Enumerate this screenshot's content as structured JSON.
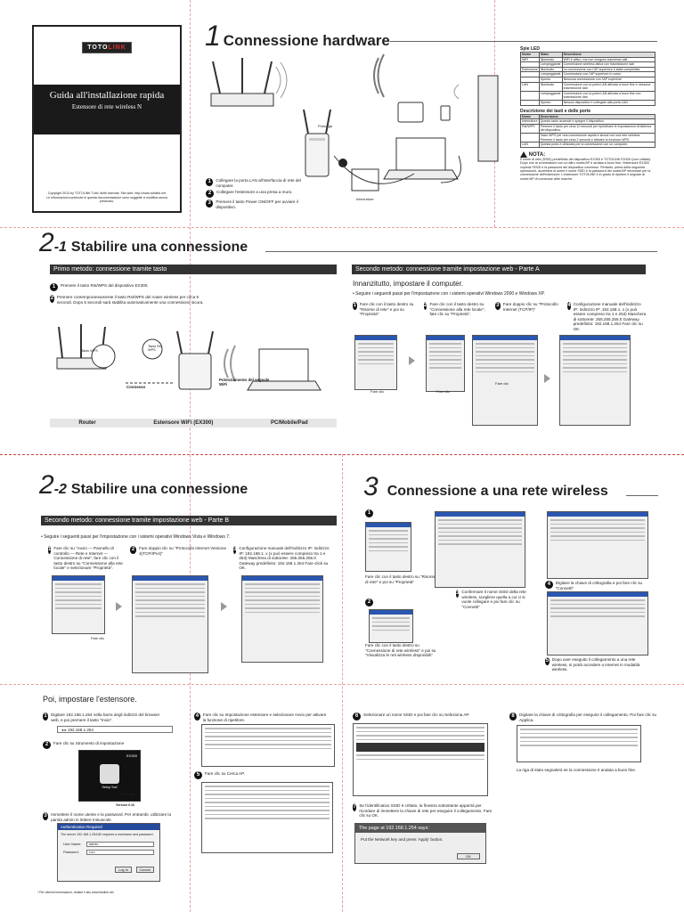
{
  "brand": {
    "logo_a": "TOTO",
    "logo_b": "LINK"
  },
  "cover": {
    "title": "Guida all'installazione rapida",
    "subtitle": "Estensore di rete wireless N",
    "copyright": "Copyright 2013 by TOTOLINK Tutti i diritti riservati. Sito web: http://www.totolink.net",
    "notice": "Le informazioni contenute in questa documentazione sono soggette a modifica senza preavviso."
  },
  "s1": {
    "num": "1",
    "title": "Connessione hardware",
    "steps": [
      "Collegare la porta LAN all'interfaccia di rete del computer.",
      "Collegare l'estensore a una presa a muro.",
      "Premere il tasto Power ON/OFF per avviare il dispositivo."
    ],
    "lbl_prolunga": "Prolunga",
    "lbl_interruttore": "Interruttore",
    "led_title": "Spie LED",
    "led_headers": [
      "Nome",
      "Stato",
      "Descrizione"
    ],
    "led_rows": [
      [
        "WiFi",
        "Illuminato",
        "WiFi è attivo, ma non vengono trasmessi dati"
      ],
      [
        "",
        "Lampeggiante",
        "Connessione wireless attiva con trasmissione dati"
      ],
      [
        "Estensione",
        "Illuminato",
        "La connessione con l'AP superiore è stata completata"
      ],
      [
        "",
        "Lampeggiante",
        "Connessione con l'AP superiore in corso"
      ],
      [
        "",
        "Spento",
        "Nessuna connessione con l'AP superiore"
      ],
      [
        "LAN",
        "Illuminato",
        "Connessione con la porta LAN attivata a buon fine e nessuna trasmissione dati"
      ],
      [
        "",
        "Lampeggiante",
        "Connessione con la porta LAN attivata a buon fine con trasmissione dati"
      ],
      [
        "",
        "Spento",
        "Nessun dispositivo è collegato alla porta LAN"
      ]
    ],
    "btn_title": "Descrizione dei tasti e delle porte",
    "btn_headers": [
      "Nome",
      "Descrizione"
    ],
    "btn_rows": [
      [
        "Interruttore",
        "Questo tasto accende e spegne il dispositivo."
      ],
      [
        "Rst/WPS",
        "Premere il tasto per circa 10 secondi per ripristinare le impostazioni di fabbrica del dispositivo."
      ],
      [
        "",
        "Tasto WPS per una connessione rapida e sicura con una rete wireless. Premere il tasto per circa 2 secondi e attivare la funzione WPS."
      ],
      [
        "LAN",
        "Questa porta è utilizzata per la connessione con un computer."
      ]
    ],
    "note_title": "NOTA:",
    "note_text": "Il nome di rete (SSID) predefinito del dispositivo EX300 è TOTOLINK EX300 (non crittato). Dopo che la connessione con un altro router/AP è andata a buon fine, l'estensore EX300 copierà l'SSID e la password del dispositivo connesso. Pertanto, prima della seguente operazione, accertarsi di avere il nome SSID e la password del router/AP necessari per la connessione dell'estensore. L'estensore TOTOLINK è in grado di ripetere il segnale di router/AP di numerose altre marche."
  },
  "s21": {
    "num": "2",
    "num_suffix": "-1",
    "title": "Stabilire una connessione",
    "m1_bar": "Primo metodo: connessione tramite tasto",
    "m1_steps": [
      "Premere il tasto Rst/WPS del dispositivo EX300.",
      "Premere contemporaneamente il tasto Rst/WPS del router wireless per circa 5 secondi. Dopo 5 secondi sarà stabilita automaticamente una connessione sicura."
    ],
    "lbl_tasto_wps": "Tasto WPS",
    "lbl_tasto_rst": "Tasto Rst WPS",
    "lbl_connesso": "Connesso",
    "lbl_potenziamento": "Potenziamento del segnale WiFi",
    "cap_router": "Router",
    "cap_ext": "Estensore WiFi (EX300)",
    "cap_pc": "PC/Mobile/Pad",
    "m2_bar": "Secondo metodo: connessione tramite impostazione web - Parte A",
    "m2_heading": "Innanzitutto, impostare il computer.",
    "m2_bullet": "Seguire i seguenti passi per l'impostazione con i sistemi operativi Windows 2000 e Windows XP.",
    "m2_steps": [
      "Fare clic con il tasto destro su \"Risorse di rete\" e poi su \"Proprietà\"",
      "Fare clic con il tasto destro su \"Connessione alla rete locale\", fate clic su \"Proprietà\".",
      "Fare doppio clic su \"Protocollo Internet (TCP/IP)\"",
      "Configurazione manuale dell'indirizzo IP: Indirizzo IP: 192.168.1. x (x può essere compreso tra 1 e 253) Maschera di sottorete: 255.255.255.0 Gateway predefinito: 192.168.1.254 Fare clic su OK."
    ],
    "fare_clic": "Fare clic"
  },
  "s22": {
    "num": "2",
    "num_suffix": "-2",
    "title": "Stabilire una connessione",
    "bar": "Secondo metodo: connessione tramite impostazione web - Parte B",
    "bullet": "Seguire i seguenti passi per l'impostazione con i sistemi operativi Windows Vista e Windows 7.",
    "steps": [
      "Fare clic su \"Avvio — Pannello di controllo — Rete e Internet — Connessione di rete\", fare clic con il tasto destro su \"Connessione alla rete locale\" e selezionare \"Proprietà\".",
      "Fare doppio clic su \"Protocollo Internet Versione 4(TCP/IPv4)\"",
      "Configurazione manuale dell'indirizzo IP: Indirizzo IP: 192.168.1. x (x può essere compreso tra 1 e 253) Maschera di sottorete: 255.255.255.0 Gateway predefinito: 192.168.1.254 Fare click su OK."
    ],
    "fare_clic": "Fare clic"
  },
  "s3": {
    "num": "3",
    "title": "Connessione a una rete wireless",
    "step1": "Fare clic con il tasto destro su \"Risorse di rete\" e poi su \"Proprietà\"",
    "step2": "Fare clic con il tasto destro su \"Connessione di rete wireless\" e poi su \"Visualizza le reti wireless disponibili\"",
    "step3": "Confermare il nome SSID della rete wireless, scegliere quella a cui ci si vuole collegare e poi fare clic su \"Connetti\"",
    "step4": "Digitare la chiave di crittografia e poi fare clic su \"Connetti\"",
    "step5": "Dopo aver eseguito il collegamento a una rete wireless, si potrà accedere a Internet in modalità wireless.",
    "fare_clic": "Fare clic"
  },
  "ext": {
    "heading": "Poi, impostare l'estensore.",
    "step1": "Digitare 192.168.1.254 nella barra degli indirizzi del browser web, e poi premere il tasto \"Invio\".",
    "url": "192.168.1.254",
    "step2": "Fare clic su Strumento di impostazione",
    "ex_label": "EX300",
    "setup_tool": "Setup Tool",
    "version": "Version 0.16",
    "step3": "Immettere il nome utente e la password. Per entrambi, utilizzare la parola admin in lettere minuscole.",
    "auth_title": "Authentication Required",
    "auth_msg": "The server 192.168.1.254:80 requires a username and password.",
    "user_label": "User Name:",
    "user_value": "admin",
    "pass_label": "Password:",
    "pass_value": "•••••",
    "login_btn": "Log In",
    "cancel_btn": "Cancel",
    "step4": "Fare clic su Impostazione estensore e selezionare Avvio per attivare la funzione di ripetitore.",
    "step5": "Fare clic su Cerca AP.",
    "step6": "Selezionare un nome SSID e poi fare clic su Seleziona AP.",
    "step7": "Se l'identificativo SSID è crittato, la finestra sottostante apparirà per ricordare di immettere la chiave di rete per eseguire il collegamento. Fare clic su OK.",
    "alert_title": "The page at 192.168.1.254 says:",
    "alert_msg": "Put the Network key and press 'Apply' button.",
    "alert_ok": "OK",
    "step8": "Digitare la chiave di crittografia per eseguire il collegamento. Poi fare clic su Applica.",
    "final": "La riga di stato segnalerà se la connessione è andata a buon fine.",
    "footer": "* Per ulteriori informazioni, visitare il sito www.totolink.net"
  }
}
